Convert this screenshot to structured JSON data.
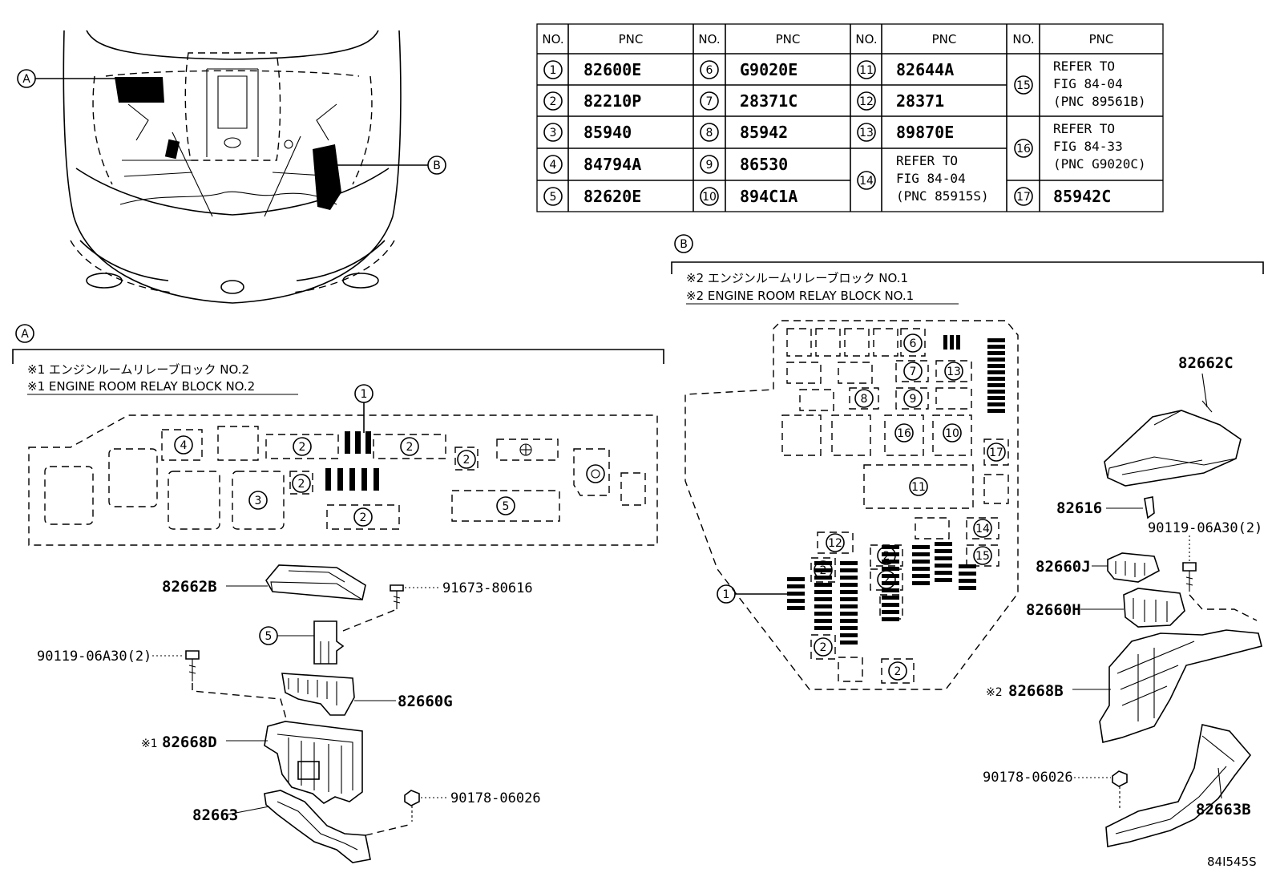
{
  "table": {
    "header_no": "NO.",
    "header_pnc": "PNC",
    "rows": [
      {
        "no": "1",
        "pnc": "82600E"
      },
      {
        "no": "2",
        "pnc": "82210P"
      },
      {
        "no": "3",
        "pnc": "85940"
      },
      {
        "no": "4",
        "pnc": "84794A"
      },
      {
        "no": "5",
        "pnc": "82620E"
      },
      {
        "no": "6",
        "pnc": "G9020E"
      },
      {
        "no": "7",
        "pnc": "28371C"
      },
      {
        "no": "8",
        "pnc": "85942"
      },
      {
        "no": "9",
        "pnc": "86530"
      },
      {
        "no": "10",
        "pnc": "894C1A"
      },
      {
        "no": "11",
        "pnc": "82644A"
      },
      {
        "no": "12",
        "pnc": "28371"
      },
      {
        "no": "13",
        "pnc": "89870E"
      },
      {
        "no": "14",
        "pnc_lines": [
          "REFER TO",
          "FIG 84-04",
          "(PNC 85915S)"
        ]
      },
      {
        "no": "15",
        "pnc_lines": [
          "REFER TO",
          "FIG 84-04",
          "(PNC 89561B)"
        ]
      },
      {
        "no": "16",
        "pnc_lines": [
          "REFER TO",
          "FIG 84-33",
          "(PNC G9020C)"
        ]
      },
      {
        "no": "17",
        "pnc": "85942C"
      }
    ]
  },
  "callouts": {
    "a": "A",
    "b": "B"
  },
  "section_a": {
    "label_jp": "※1 エンジンルームリレーブロック NO.2",
    "label_en": "※1 ENGINE ROOM RELAY BLOCK NO.2",
    "parts": {
      "p82662B": "82662B",
      "p91673": "91673-80616",
      "p90119": "90119-06A30(2)",
      "p82660G": "82660G",
      "p82668D_mark": "※1",
      "p82668D": "82668D",
      "p90178": "90178-06026",
      "p82663": "82663"
    }
  },
  "section_b": {
    "label_jp": "※2 エンジンルームリレーブロック NO.1",
    "label_en": "※2 ENGINE ROOM RELAY BLOCK NO.1",
    "parts": {
      "p82662C": "82662C",
      "p82616": "82616",
      "p90119": "90119-06A30(2)",
      "p82660J": "82660J",
      "p82660H": "82660H",
      "p82668B_mark": "※2",
      "p82668B": "82668B",
      "p90178": "90178-06026",
      "p82663B": "82663B"
    }
  },
  "figure_code": "84I545S"
}
